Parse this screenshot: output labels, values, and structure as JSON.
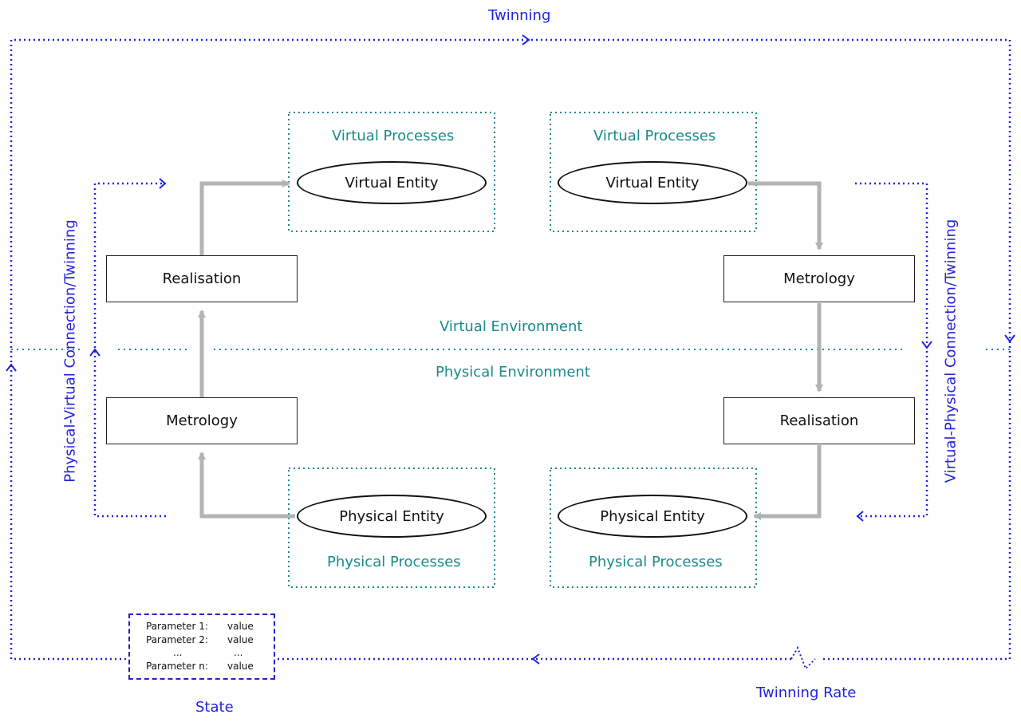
{
  "diagram": {
    "twinning_label": "Twinning",
    "twinning_rate_label": "Twinning Rate",
    "state_label": "State",
    "left_vertical_label": "Physical-Virtual Connection/Twinning",
    "right_vertical_label": "Virtual-Physical Connection/Twinning",
    "virtual_environment_label": "Virtual Environment",
    "physical_environment_label": "Physical Environment",
    "left": {
      "virtual_processes": "Virtual Processes",
      "virtual_entity": "Virtual Entity",
      "realisation": "Realisation",
      "metrology": "Metrology",
      "physical_entity": "Physical Entity",
      "physical_processes": "Physical Processes"
    },
    "right": {
      "virtual_processes": "Virtual Processes",
      "virtual_entity": "Virtual Entity",
      "metrology": "Metrology",
      "realisation": "Realisation",
      "physical_entity": "Physical Entity",
      "physical_processes": "Physical Processes"
    },
    "state_table": [
      {
        "key": "Parameter 1:",
        "value": "value"
      },
      {
        "key": "Parameter 2:",
        "value": "value"
      },
      {
        "key": "...",
        "value": "..."
      },
      {
        "key": "Parameter n:",
        "value": "value"
      }
    ]
  },
  "colors": {
    "twinning_blue": "#2222dd",
    "environment_teal": "#1a8a8a",
    "flow_gray": "#b3b3b3"
  }
}
